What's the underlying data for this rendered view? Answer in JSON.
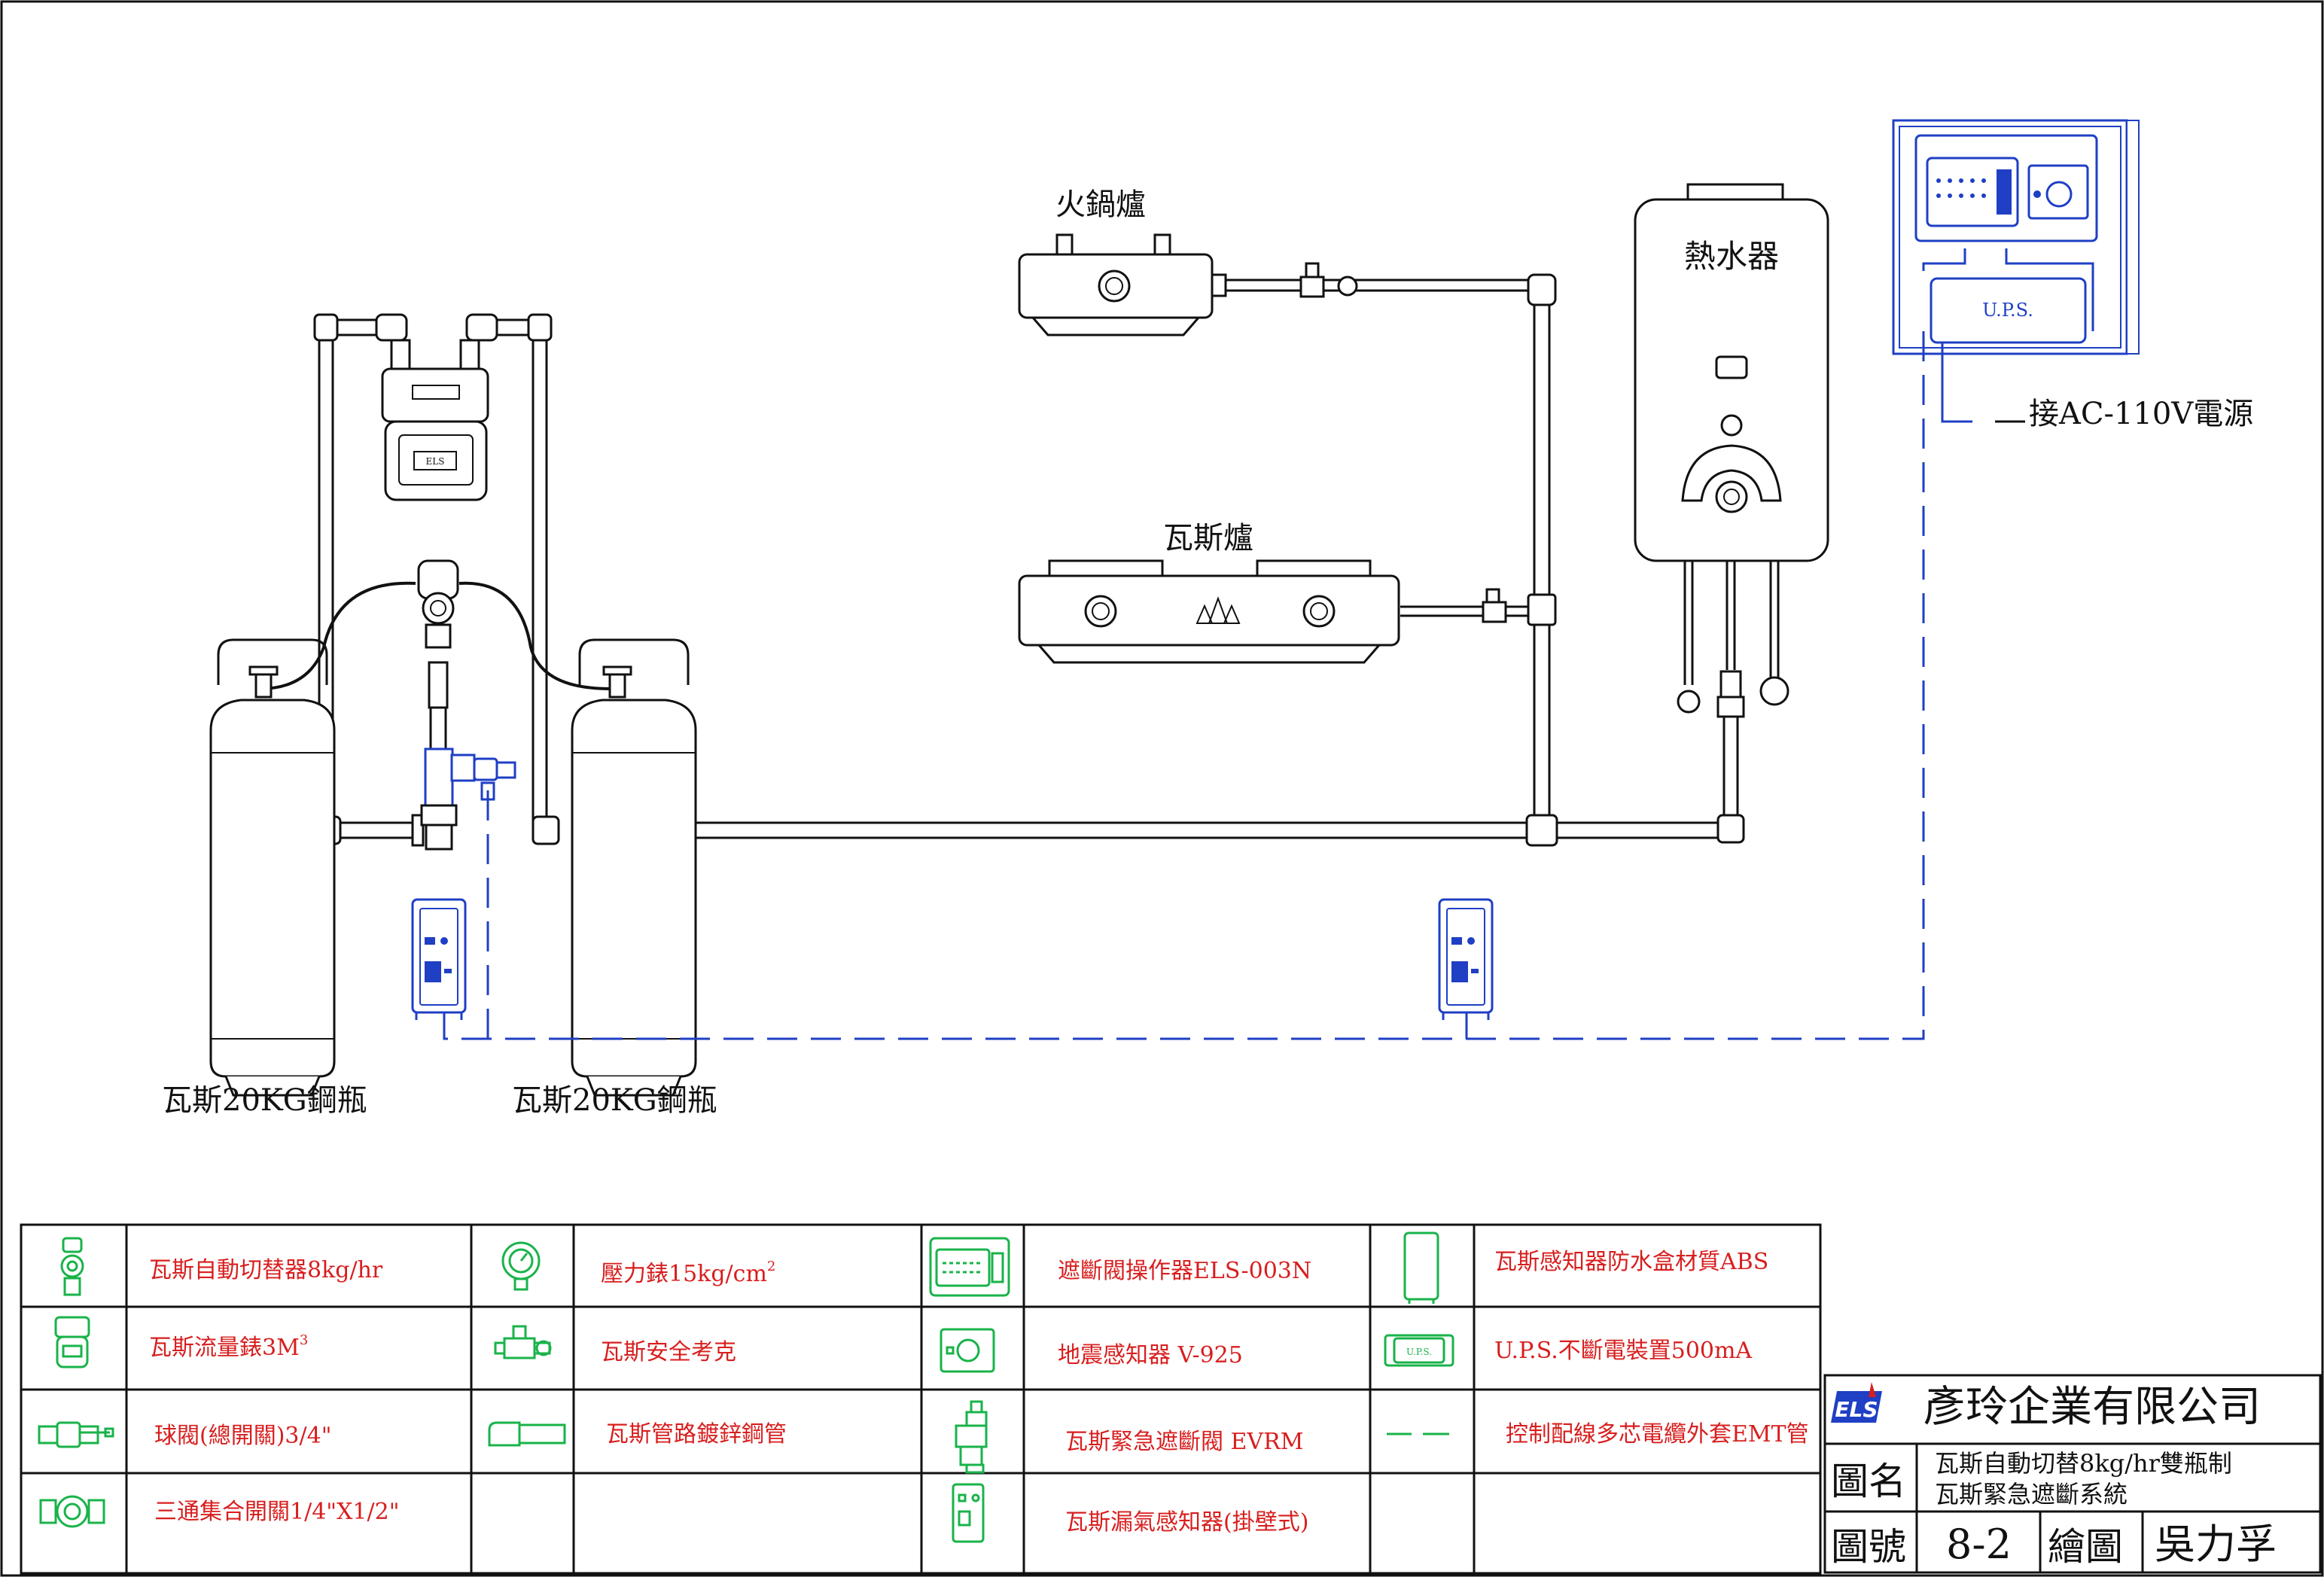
{
  "labels": {
    "hotpot_stove": "火鍋爐",
    "gas_stove": "瓦斯爐",
    "water_heater": "熱水器",
    "cylinder_left": "瓦斯20KG鋼瓶",
    "cylinder_right": "瓦斯20KG鋼瓶",
    "ups_box": "U.P.S.",
    "power_source": "接AC-110V電源",
    "meter_mark": "ELS"
  },
  "legend": {
    "col1": [
      {
        "icon": "auto-switch-icon",
        "text": "瓦斯自動切替器8kg/hr"
      },
      {
        "icon": "gas-meter-icon",
        "text": "瓦斯流量錶3M",
        "sup": "3"
      },
      {
        "icon": "ball-valve-icon",
        "text": "球閥(總開關)3/4\""
      },
      {
        "icon": "manifold-switch-icon",
        "text": "三通集合開關1/4\"X1/2\""
      }
    ],
    "col2": [
      {
        "icon": "pressure-gauge-icon",
        "text": "壓力錶15kg/cm",
        "sup": "2"
      },
      {
        "icon": "safety-cock-icon",
        "text": "瓦斯安全考克"
      },
      {
        "icon": "galvanized-pipe-icon",
        "text": "瓦斯管路鍍鋅鋼管"
      },
      {
        "icon": "",
        "text": ""
      }
    ],
    "col3": [
      {
        "icon": "valve-controller-icon",
        "text": "遮斷閥操作器ELS-003N"
      },
      {
        "icon": "seismic-sensor-icon",
        "text": "地震感知器 V-925"
      },
      {
        "icon": "emergency-valve-icon",
        "text": "瓦斯緊急遮斷閥 EVRM"
      },
      {
        "icon": "gas-leak-detector-icon",
        "text": "瓦斯漏氣感知器(掛壁式)"
      }
    ],
    "col4": [
      {
        "icon": "sensor-box-icon",
        "text": "瓦斯感知器防水盒材質ABS"
      },
      {
        "icon": "ups-icon",
        "text": "U.P.S.不斷電裝置500mA",
        "icon_text": "U.P.S."
      },
      {
        "icon": "control-wiring-icon",
        "text": "控制配線多芯電纜外套EMT管"
      },
      {
        "icon": "",
        "text": ""
      }
    ]
  },
  "title_block": {
    "company_logo": "ELS",
    "company": "彥玲企業有限公司",
    "drawing_name_label": "圖名",
    "drawing_name_line1": "瓦斯自動切替8kg/hr雙瓶制",
    "drawing_name_line2": "瓦斯緊急遮斷系統",
    "drawing_no_label": "圖號",
    "drawing_no": "8-2",
    "drawn_by_label": "繪圖",
    "drawn_by": "吳力孚"
  },
  "colors": {
    "line": "#111111",
    "control": "#1f3fc4",
    "legend_icon": "#19b34a",
    "legend_text": "#d81e1e"
  }
}
